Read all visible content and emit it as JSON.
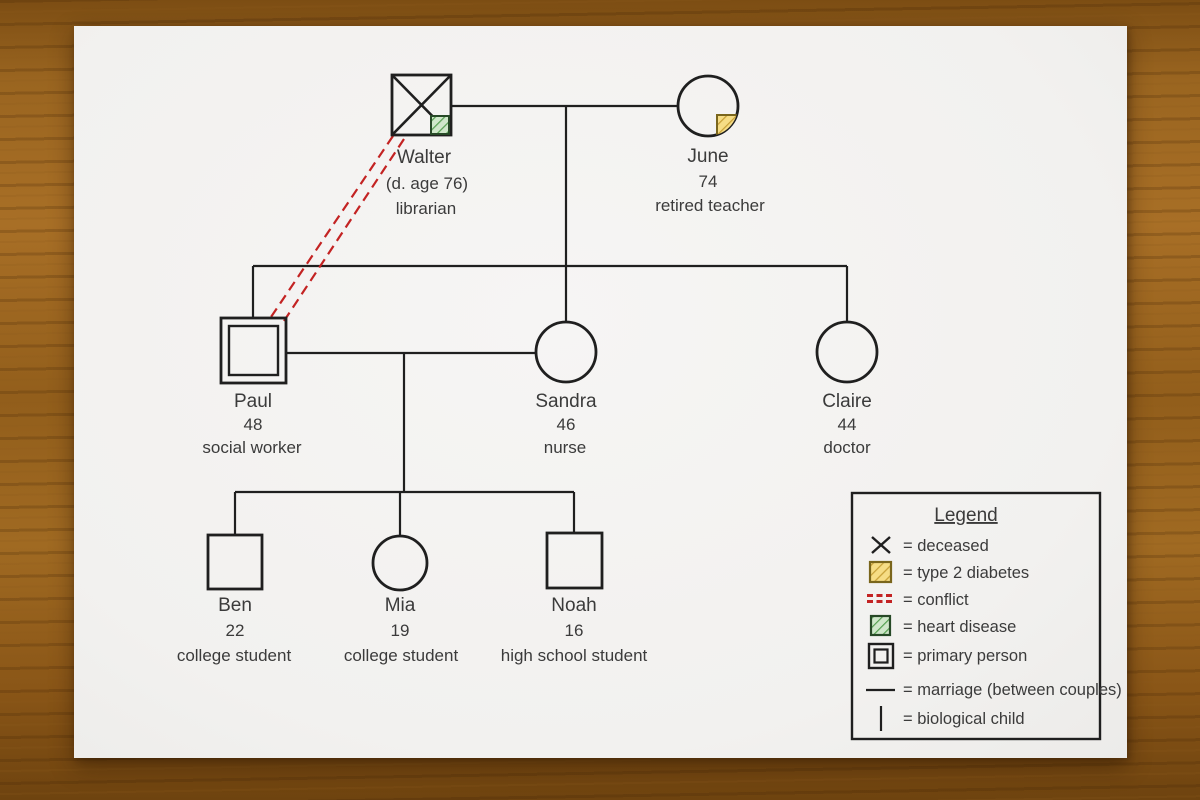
{
  "diagram_type": "family genogram",
  "people": [
    {
      "id": "walter",
      "name": "Walter",
      "detail": "(d. age 76)",
      "occupation": "librarian",
      "symbol": "square-male",
      "markers": [
        "deceased",
        "heart-disease"
      ]
    },
    {
      "id": "june",
      "name": "June",
      "detail": "74",
      "occupation": "retired teacher",
      "symbol": "circle-female",
      "markers": [
        "type-2-diabetes"
      ]
    },
    {
      "id": "paul",
      "name": "Paul",
      "detail": "48",
      "occupation": "social worker",
      "symbol": "square-male",
      "markers": [
        "primary-person"
      ]
    },
    {
      "id": "sandra",
      "name": "Sandra",
      "detail": "46",
      "occupation": "nurse",
      "symbol": "circle-female",
      "markers": []
    },
    {
      "id": "claire",
      "name": "Claire",
      "detail": "44",
      "occupation": "doctor",
      "symbol": "circle-female",
      "markers": []
    },
    {
      "id": "ben",
      "name": "Ben",
      "detail": "22",
      "occupation": "college student",
      "symbol": "square-male",
      "markers": []
    },
    {
      "id": "mia",
      "name": "Mia",
      "detail": "19",
      "occupation": "college student",
      "symbol": "circle-female",
      "markers": []
    },
    {
      "id": "noah",
      "name": "Noah",
      "detail": "16",
      "occupation": "high school student",
      "symbol": "square-male",
      "markers": []
    }
  ],
  "relationships": [
    {
      "type": "marriage",
      "between": [
        "walter",
        "june"
      ]
    },
    {
      "type": "biological-children",
      "parents": [
        "walter",
        "june"
      ],
      "children": [
        "paul",
        "sandra",
        "claire"
      ]
    },
    {
      "type": "couple-line",
      "between": [
        "paul",
        "sandra"
      ]
    },
    {
      "type": "biological-children",
      "parents": [
        "paul",
        "sandra"
      ],
      "children": [
        "ben",
        "mia",
        "noah"
      ]
    },
    {
      "type": "conflict",
      "between": [
        "walter",
        "paul"
      ]
    }
  ],
  "legend": {
    "title": "Legend",
    "items": [
      {
        "symbol": "deceased-x",
        "label": "=  deceased"
      },
      {
        "symbol": "yellow-hatched-square",
        "label": "=  type 2 diabetes"
      },
      {
        "symbol": "red-dashed-double-line",
        "label": "=  conflict"
      },
      {
        "symbol": "green-hatched-square",
        "label": "=  heart disease"
      },
      {
        "symbol": "double-square",
        "label": "=  primary person"
      },
      {
        "symbol": "horizontal-line",
        "label": "=  marriage (between couples)"
      },
      {
        "symbol": "vertical-line",
        "label": "=  biological child"
      }
    ]
  },
  "colors": {
    "line": "#1f1f1f",
    "conflict_red": "#c32323",
    "diabetes_yellow_fill": "#f6dd85",
    "diabetes_yellow_hatch": "#c9a23a",
    "diabetes_yellow_border": "#7a661c",
    "heart_green_fill": "#cfe7ca",
    "heart_green_hatch": "#55a050",
    "heart_green_border": "#274927",
    "paper": "#f4f3f1",
    "wood": "#96621f"
  }
}
